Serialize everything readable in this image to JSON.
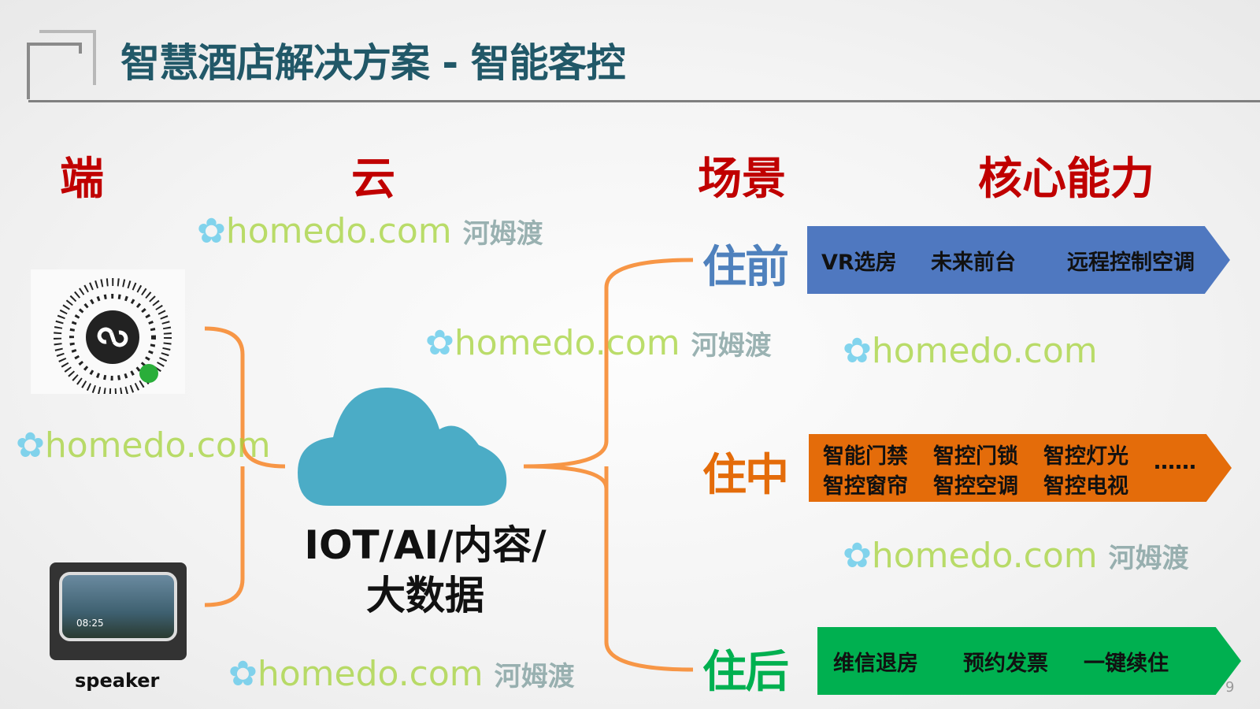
{
  "slide": {
    "title": "智慧酒店解决方案 - 智能客控",
    "page_number": "9"
  },
  "columns": {
    "terminal": "端",
    "cloud": "云",
    "scenario": "场景",
    "capability": "核心能力"
  },
  "terminal": {
    "speaker_label": "speaker",
    "speaker_clock": "08:25"
  },
  "cloud": {
    "line1": "IOT/AI/内容/",
    "line2": "大数据"
  },
  "stages": [
    {
      "label": "住前",
      "color": "#4f81bd",
      "bar_color": "#4f78c0",
      "items": [
        "VR选房",
        "未来前台",
        "远程控制空调"
      ]
    },
    {
      "label": "住中",
      "color": "#e46c0a",
      "bar_color": "#e46c0a",
      "items": [
        "智能门禁",
        "智控门锁",
        "智控灯光",
        "智控窗帘",
        "智控空调",
        "智控电视"
      ],
      "more": "……"
    },
    {
      "label": "住后",
      "color": "#00b050",
      "bar_color": "#00b050",
      "items": [
        "维信退房",
        "预约发票",
        "一键续住"
      ]
    }
  ],
  "watermark": {
    "text": "homedo.com",
    "cn": "河姆渡"
  },
  "colors": {
    "title": "#215868",
    "header": "#c00000",
    "bracket": "#f79646",
    "cloud": "#4bacc6"
  }
}
